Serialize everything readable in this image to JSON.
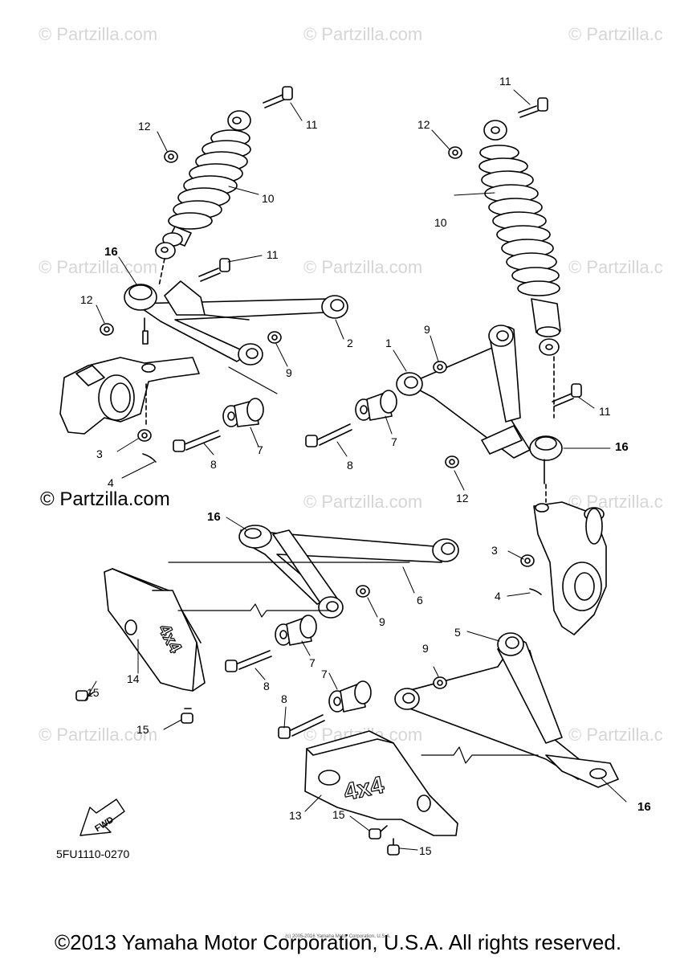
{
  "watermarks": {
    "partzilla": "© Partzilla.com",
    "partzilla_cut": "© Partzilla.c",
    "main": "© Partzilla.com"
  },
  "callouts": {
    "c1": "1",
    "c2": "2",
    "c3a": "3",
    "c3b": "3",
    "c4a": "4",
    "c4b": "4",
    "c5": "5",
    "c6": "6",
    "c7a": "7",
    "c7b": "7",
    "c7c": "7",
    "c7d": "7",
    "c8a": "8",
    "c8b": "8",
    "c8c": "8",
    "c8d": "8",
    "c9a": "9",
    "c9b": "9",
    "c9c": "9",
    "c9d": "9",
    "c10a": "10",
    "c10b": "10",
    "c11a": "11",
    "c11b": "11",
    "c11c": "11",
    "c11d": "11",
    "c12a": "12",
    "c12b": "12",
    "c12c": "12",
    "c12d": "12",
    "c13": "13",
    "c14": "14",
    "c15a": "15",
    "c15b": "15",
    "c15c": "15",
    "c15d": "15",
    "c16a": "16",
    "c16b": "16",
    "c16c": "16",
    "c16d": "16"
  },
  "diagram_code": "5FU1110-0270",
  "fwd_label": "FWD",
  "guard_text": "4x4",
  "footer": {
    "copyright": "©2013 Yamaha Motor Corporation, U.S.A. All rights reserved.",
    "fine_print": "(c) 2005-2016 Yamaha Motor Corporation, U.S.A."
  }
}
